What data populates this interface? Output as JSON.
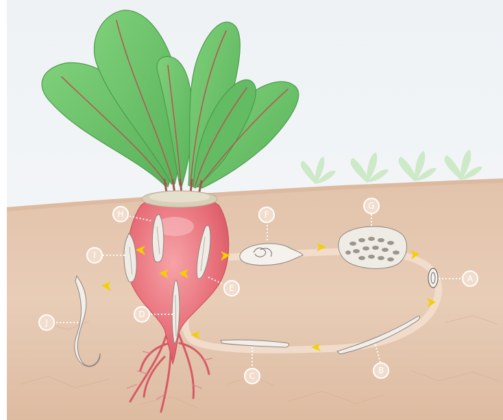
{
  "diagram": {
    "stages": [
      {
        "id": "A",
        "label": "A"
      },
      {
        "id": "B",
        "label": "B"
      },
      {
        "id": "C",
        "label": "C"
      },
      {
        "id": "D",
        "label": "D"
      },
      {
        "id": "E",
        "label": "E"
      },
      {
        "id": "F",
        "label": "F"
      },
      {
        "id": "G",
        "label": "G"
      },
      {
        "id": "H",
        "label": "H"
      },
      {
        "id": "I",
        "label": "I"
      },
      {
        "id": "J",
        "label": "J"
      }
    ],
    "colors": {
      "sky": "#f1f4f6",
      "soil": "#e6c8b0",
      "soil_dark": "#dcb79c",
      "root": "#e8707a",
      "leaf": "#6cc36a",
      "leaf_vein": "#b25a52",
      "arrow": "#f2d000",
      "label_circle": "#f5e6dc"
    }
  }
}
